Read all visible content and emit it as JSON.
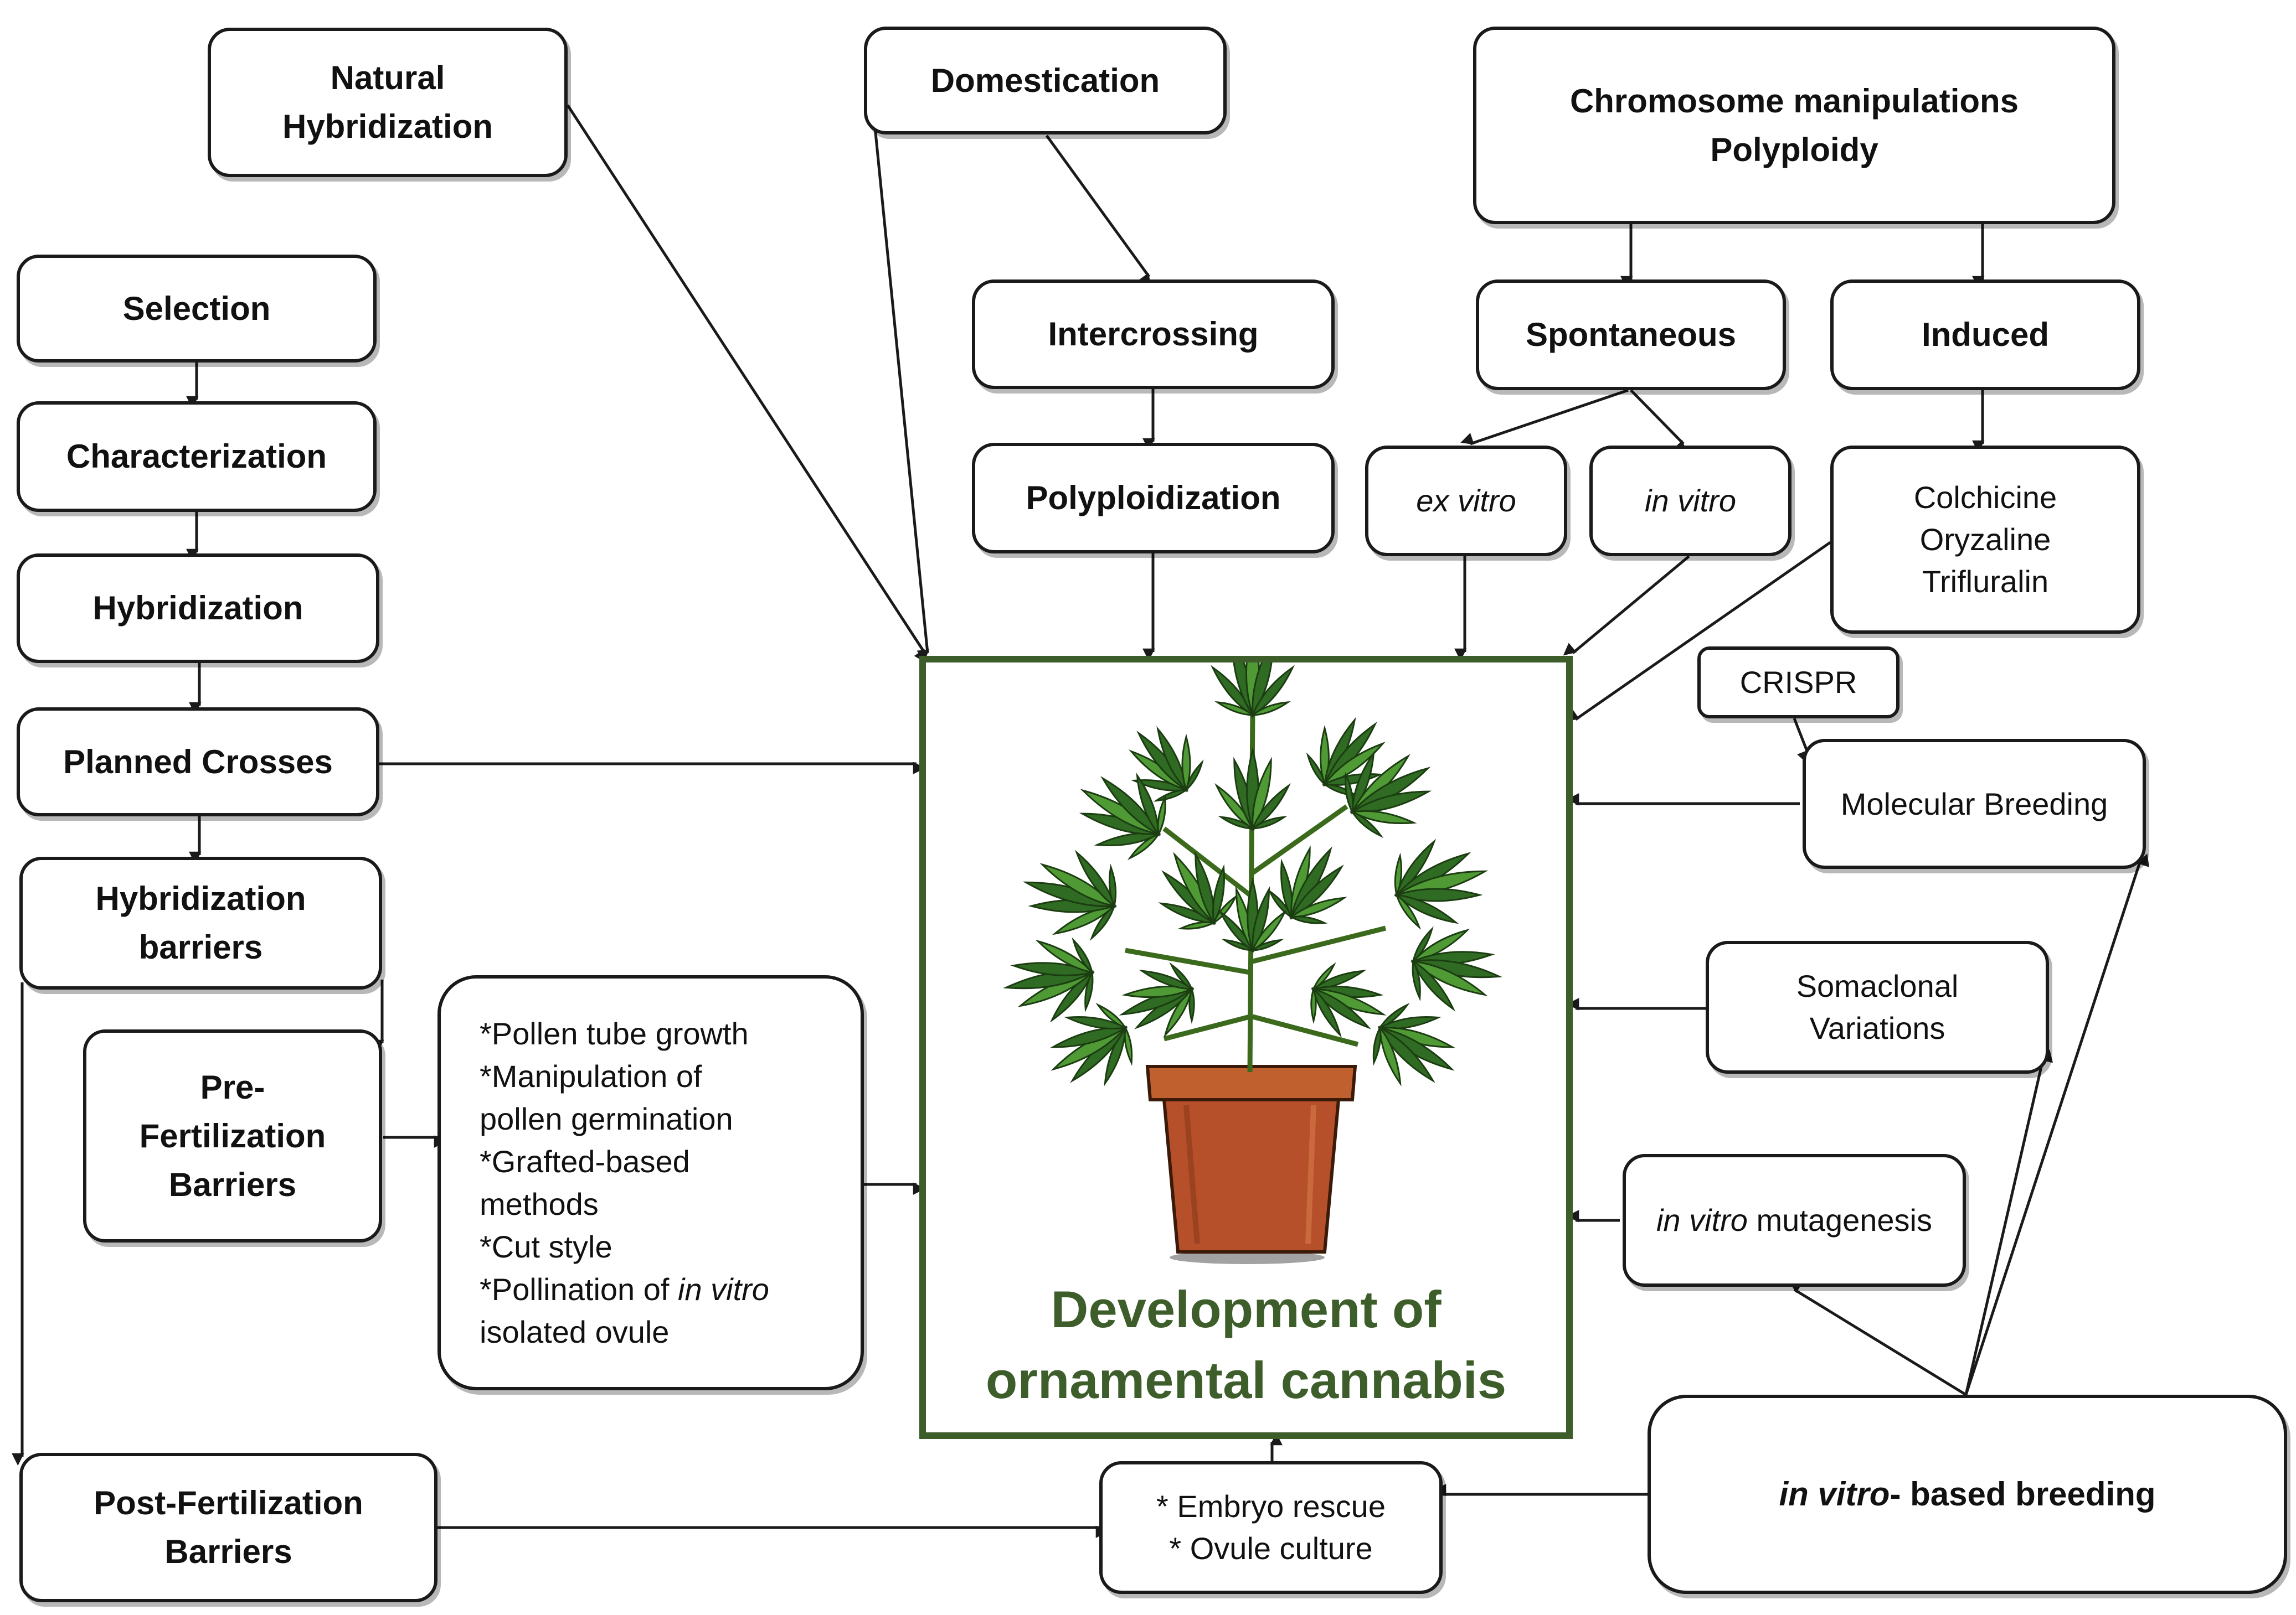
{
  "nodes": {
    "natural_hybridization": [
      "Natural",
      "Hybridization"
    ],
    "domestication": [
      "Domestication"
    ],
    "chromosome": [
      "Chromosome manipulations",
      "Polyploidy"
    ],
    "selection": [
      "Selection"
    ],
    "characterization": [
      "Characterization"
    ],
    "hybridization": [
      "Hybridization"
    ],
    "planned_crosses": [
      "Planned Crosses"
    ],
    "hybridization_barriers": [
      "Hybridization",
      "barriers"
    ],
    "pre_fertilization": [
      "Pre-",
      "Fertilization",
      "Barriers"
    ],
    "post_fertilization": [
      "Post-Fertilization",
      "Barriers"
    ],
    "intercrossing": [
      "Intercrossing"
    ],
    "polyploidization": [
      "Polyploidization"
    ],
    "spontaneous": [
      "Spontaneous"
    ],
    "induced": [
      "Induced"
    ],
    "ex_vitro": "ex vitro",
    "in_vitro": "in vitro",
    "chemicals": [
      "Colchicine",
      "Oryzaline",
      "Trifluralin"
    ],
    "crispr": "CRISPR",
    "molecular_breeding": "Molecular Breeding",
    "somaclonal": [
      "Somaclonal",
      "Variations"
    ],
    "in_vitro_mutagenesis": {
      "italic": "in vitro",
      "rest": " mutagenesis"
    },
    "in_vitro_breeding": {
      "italic": "in vitro",
      "rest": "- based breeding"
    },
    "embryo": [
      "* Embryo rescue",
      "* Ovule culture"
    ],
    "pollen_methods": {
      "line1": "*Pollen tube growth",
      "line2": "*Manipulation of",
      "line3": "pollen germination",
      "line4": "*Grafted-based",
      "line5": "methods",
      "line6": "*Cut style",
      "line7_plain": "*Pollination of ",
      "line7_italic": "in vitro",
      "line8": "isolated ovule"
    }
  },
  "center": {
    "title_line1": "Development of",
    "title_line2": "ornamental cannabis",
    "image": "potted-cannabis-plant"
  },
  "colors": {
    "accent_green": "#3d5e2a",
    "leaf_dark": "#2f6b22",
    "leaf_light": "#4f9a35",
    "pot": "#b5502a",
    "stroke": "#1a1a1a"
  }
}
